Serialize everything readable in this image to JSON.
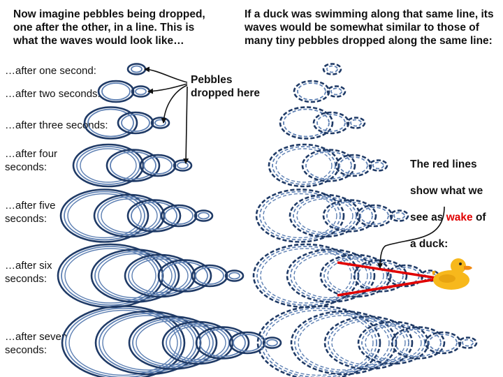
{
  "header_left": "Now imagine pebbles being dropped,\none after the other, in a line. This is\nwhat the waves would look like…",
  "header_right": "If a duck was swimming along that same line, its\nwaves would be somewhat similar to those of\nmany tiny pebbles dropped along the same line:",
  "rows": [
    {
      "label": "…after one second:",
      "seconds": 1
    },
    {
      "label": "…after two seconds:",
      "seconds": 2
    },
    {
      "label": "…after three seconds:",
      "seconds": 3
    },
    {
      "label": "…after four\nseconds:",
      "seconds": 4
    },
    {
      "label": "…after five\nseconds:",
      "seconds": 5
    },
    {
      "label": "…after six\nseconds:",
      "seconds": 6
    },
    {
      "label": "…after seven\nseconds:",
      "seconds": 7
    }
  ],
  "pebbles_label": "Pebbles\ndropped here",
  "wake_label": {
    "line1": "The red lines",
    "line2": "show what we",
    "line3_pre": "see as ",
    "line3_wake": "wake",
    "line3_post": " of",
    "line4": "a duck:"
  },
  "colors": {
    "wave_dark": "#1f3a66",
    "wave_light": "#5e80b3",
    "wake_red": "#e00000",
    "duck_yellow": "#f7b81c",
    "duck_beak": "#f28a12"
  },
  "icons": {
    "duck": "rubber-duck-icon"
  }
}
